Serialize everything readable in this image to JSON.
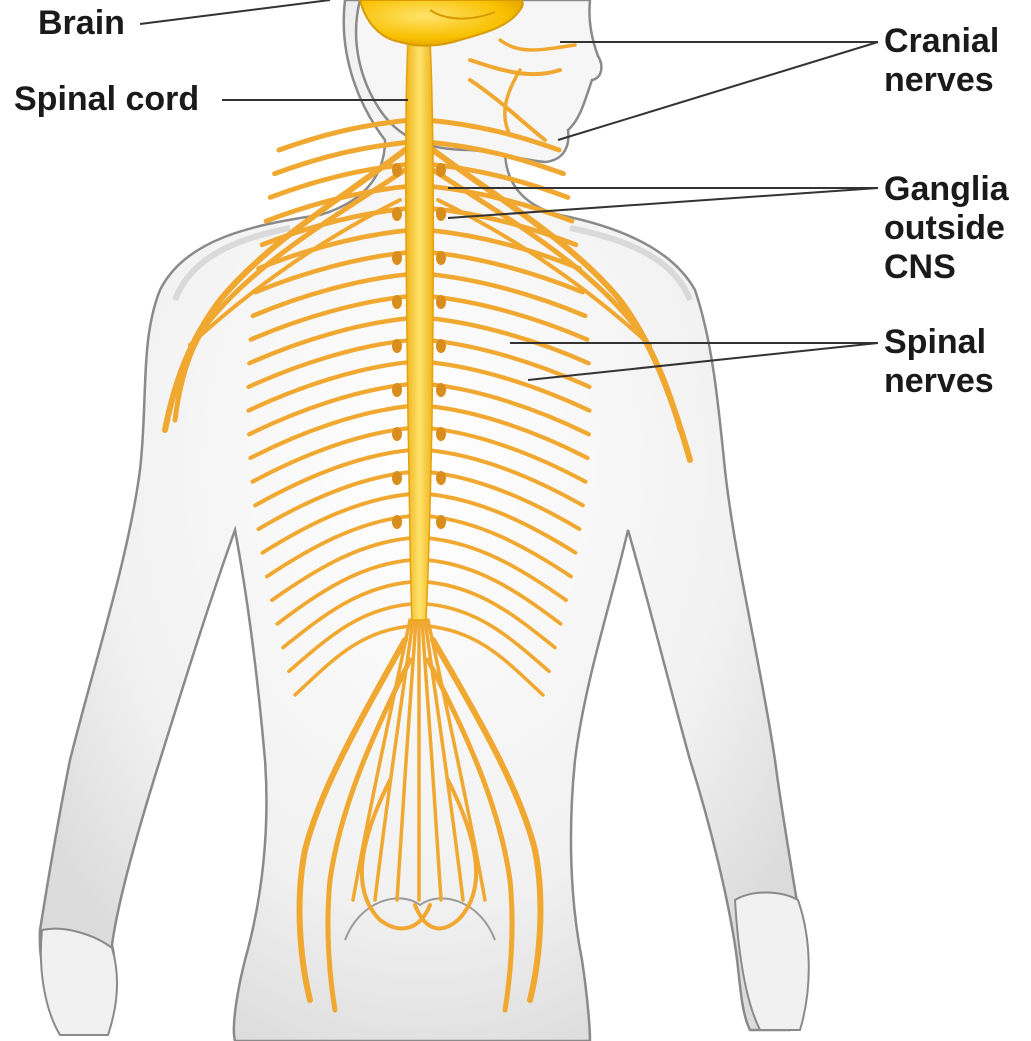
{
  "figure": {
    "colors": {
      "background": "#ffffff",
      "body_fill": "#f4f4f4",
      "body_outline": "#8a8a8a",
      "nerve_stroke": "#f0a830",
      "nerve_dark": "#d98d1c",
      "cord_fill": "#f9c81c",
      "brain_fill": "#f8c000",
      "leader_line": "#333333",
      "label_text": "#1a1a1a"
    },
    "labels": {
      "brain": "Brain",
      "spinal_cord": "Spinal cord",
      "cranial_nerves": [
        "Cranial",
        "nerves"
      ],
      "ganglia": [
        "Ganglia",
        "outside",
        "CNS"
      ],
      "spinal_nerves": [
        "Spinal",
        "nerves"
      ]
    }
  }
}
